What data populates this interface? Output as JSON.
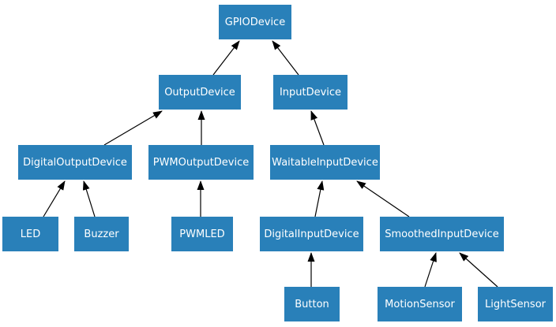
{
  "diagram": {
    "type": "class-inheritance",
    "colors": {
      "node_fill": "#2980b9",
      "node_text": "#ffffff",
      "edge": "#000000",
      "background": "#ffffff"
    },
    "nodes": [
      {
        "id": "GPIODevice",
        "label": "GPIODevice"
      },
      {
        "id": "OutputDevice",
        "label": "OutputDevice"
      },
      {
        "id": "InputDevice",
        "label": "InputDevice"
      },
      {
        "id": "DigitalOutputDevice",
        "label": "DigitalOutputDevice"
      },
      {
        "id": "PWMOutputDevice",
        "label": "PWMOutputDevice"
      },
      {
        "id": "WaitableInputDevice",
        "label": "WaitableInputDevice"
      },
      {
        "id": "LED",
        "label": "LED"
      },
      {
        "id": "Buzzer",
        "label": "Buzzer"
      },
      {
        "id": "PWMLED",
        "label": "PWMLED"
      },
      {
        "id": "DigitalInputDevice",
        "label": "DigitalInputDevice"
      },
      {
        "id": "SmoothedInputDevice",
        "label": "SmoothedInputDevice"
      },
      {
        "id": "Button",
        "label": "Button"
      },
      {
        "id": "MotionSensor",
        "label": "MotionSensor"
      },
      {
        "id": "LightSensor",
        "label": "LightSensor"
      }
    ],
    "edges": [
      {
        "from": "OutputDevice",
        "to": "GPIODevice"
      },
      {
        "from": "InputDevice",
        "to": "GPIODevice"
      },
      {
        "from": "DigitalOutputDevice",
        "to": "OutputDevice"
      },
      {
        "from": "PWMOutputDevice",
        "to": "OutputDevice"
      },
      {
        "from": "WaitableInputDevice",
        "to": "InputDevice"
      },
      {
        "from": "LED",
        "to": "DigitalOutputDevice"
      },
      {
        "from": "Buzzer",
        "to": "DigitalOutputDevice"
      },
      {
        "from": "PWMLED",
        "to": "PWMOutputDevice"
      },
      {
        "from": "DigitalInputDevice",
        "to": "WaitableInputDevice"
      },
      {
        "from": "SmoothedInputDevice",
        "to": "WaitableInputDevice"
      },
      {
        "from": "Button",
        "to": "DigitalInputDevice"
      },
      {
        "from": "MotionSensor",
        "to": "SmoothedInputDevice"
      },
      {
        "from": "LightSensor",
        "to": "SmoothedInputDevice"
      }
    ]
  }
}
